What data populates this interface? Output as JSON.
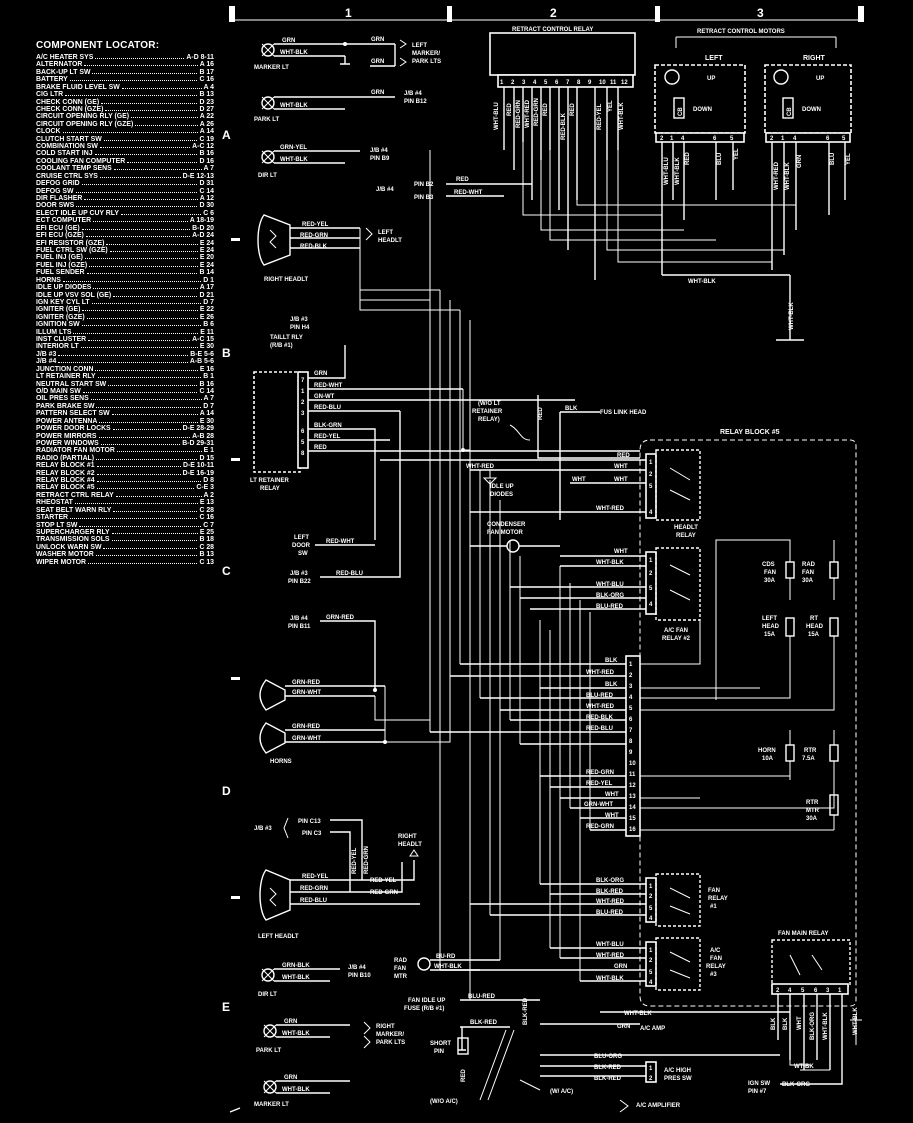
{
  "columns": [
    "1",
    "2",
    "3"
  ],
  "rows": [
    "A",
    "B",
    "C",
    "D",
    "E"
  ],
  "locator": {
    "title": "COMPONENT LOCATOR:",
    "items": [
      [
        "A/C HEATER SYS",
        "A-D 8-11"
      ],
      [
        "ALTERNATOR",
        "A 16"
      ],
      [
        "BACK-UP LT SW",
        "B 17"
      ],
      [
        "BATTERY",
        "C 16"
      ],
      [
        "BRAKE FLUID LEVEL SW",
        "A 4"
      ],
      [
        "CIG LTR",
        "B 13"
      ],
      [
        "CHECK CONN (GE)",
        "D 23"
      ],
      [
        "CHECK CONN (GZE)",
        "D 27"
      ],
      [
        "CIRCUIT OPENING RLY (GE)",
        "A 22"
      ],
      [
        "CIRCUIT OPENING RLY (GZE)",
        "A 26"
      ],
      [
        "CLOCK",
        "A 14"
      ],
      [
        "CLUTCH START SW",
        "C 19"
      ],
      [
        "COMBINATION SW",
        "A-C 12"
      ],
      [
        "COLD START INJ",
        "B 16"
      ],
      [
        "COOLING FAN COMPUTER",
        "D 16"
      ],
      [
        "COOLANT TEMP SENS",
        "A 7"
      ],
      [
        "CRUISE CTRL SYS",
        "D-E 12-13"
      ],
      [
        "DEFOG GRID",
        "D 31"
      ],
      [
        "DEFOG SW",
        "C 14"
      ],
      [
        "DIR FLASHER",
        "A 12"
      ],
      [
        "DOOR SWS",
        "D 30"
      ],
      [
        "ELECT IDLE UP CUY RLY",
        "C 6"
      ],
      [
        "ECT COMPUTER",
        "A 18-19"
      ],
      [
        "EFI ECU (GE)",
        "B-D 20"
      ],
      [
        "EFI ECU (GZE)",
        "A-D 24"
      ],
      [
        "EFI RESISTOR (GZE)",
        "E 24"
      ],
      [
        "FUEL CTRL SW (GZE)",
        "E 24"
      ],
      [
        "FUEL INJ (GE)",
        "E 20"
      ],
      [
        "FUEL INJ (GZE)",
        "E 24"
      ],
      [
        "FUEL SENDER",
        "B 14"
      ],
      [
        "HORNS",
        "D 1"
      ],
      [
        "IDLE UP DIODES",
        "A 17"
      ],
      [
        "IDLE UP VSV SOL (GE)",
        "D 21"
      ],
      [
        "IGN KEY CYL LT",
        "D 7"
      ],
      [
        "IGNITER (GE)",
        "E 22"
      ],
      [
        "IGNITER (GZE)",
        "E 26"
      ],
      [
        "IGNITION SW",
        "B 6"
      ],
      [
        "ILLUM LTS",
        "E 11"
      ],
      [
        "INST CLUSTER",
        "A-C 15"
      ],
      [
        "INTERIOR LT",
        "E 30"
      ],
      [
        "J/B #3",
        "B-E 5-6"
      ],
      [
        "J/B #4",
        "A-B 5-6"
      ],
      [
        "JUNCTION CONN",
        "E 16"
      ],
      [
        "LT RETAINER RLY",
        "B 1"
      ],
      [
        "NEUTRAL START SW",
        "B 16"
      ],
      [
        "O/D MAIN SW",
        "C 14"
      ],
      [
        "OIL PRES SENS",
        "A 7"
      ],
      [
        "PARK BRAKE SW",
        "D 7"
      ],
      [
        "PATTERN SELECT SW",
        "A 14"
      ],
      [
        "POWER ANTENNA",
        "E 30"
      ],
      [
        "POWER DOOR LOCKS",
        "D-E 28-29"
      ],
      [
        "POWER MIRRORS",
        "A-B 28"
      ],
      [
        "POWER WINDOWS",
        "B-D 29-31"
      ],
      [
        "RADIATOR FAN MOTOR",
        "E 1"
      ],
      [
        "RADIO (PARTIAL)",
        "D 15"
      ],
      [
        "RELAY BLOCK #1",
        "D-E 10-11"
      ],
      [
        "RELAY BLOCK #2",
        "D-E 16-19"
      ],
      [
        "RELAY BLOCK #4",
        "D 8"
      ],
      [
        "RELAY BLOCK #5",
        "C-E 3"
      ],
      [
        "RETRACT CTRL RELAY",
        "A 2"
      ],
      [
        "RHEOSTAT",
        "E 13"
      ],
      [
        "SEAT BELT WARN RLY",
        "C 28"
      ],
      [
        "STARTER",
        "C 16"
      ],
      [
        "STOP LT SW",
        "C 7"
      ],
      [
        "SUPERCHARGER RLY",
        "E 25"
      ],
      [
        "TRANSMISSION SOLS",
        "B 18"
      ],
      [
        "UNLOCK WARN SW",
        "C 28"
      ],
      [
        "WASHER MOTOR",
        "B 13"
      ],
      [
        "WIPER MOTOR",
        "C 13"
      ]
    ]
  },
  "labels": {
    "retract_relay": "RETRACT CONTROL RELAY",
    "retract_motors": "RETRACT CONTROL MOTORS",
    "left": "LEFT",
    "right": "RIGHT",
    "up": "UP",
    "down": "DOWN",
    "cb": "CB",
    "marker_lt": "MARKER LT",
    "park_lt": "PARK LT",
    "dir_lt": "DIR LT",
    "left_marker_park": [
      "LEFT",
      "MARKER/",
      "PARK LTS"
    ],
    "jb4_pin_b12": [
      "J/B #4",
      "PIN B12"
    ],
    "jb4_pin_b9": [
      "J/B #4",
      "PIN B9"
    ],
    "jb4_b2": "J/B #4",
    "pin_b2": "PIN B2",
    "pin_b3": "PIN B3",
    "left_headlt_top": [
      "LEFT",
      "HEADLT"
    ],
    "right_headlt": "RIGHT HEADLT",
    "jb3_pin_h4": [
      "J/B #3",
      "PIN H4"
    ],
    "taillt_rly": [
      "TAILLT RLY",
      "(R/B #1)"
    ],
    "lt_retainer_relay": [
      "LT RETAINER",
      "RELAY"
    ],
    "wo_lt_retainer": [
      "(W/O LT",
      "RETAINER",
      "RELAY)"
    ],
    "fus_link_head": "FUS LINK HEAD",
    "relay_block_5": "RELAY BLOCK #5",
    "idle_up_diodes": [
      "IDLE UP",
      "DIODES"
    ],
    "headlt_relay": [
      "HEADLT",
      "RELAY"
    ],
    "condenser_fan": [
      "CONDENSER",
      "FAN MOTOR"
    ],
    "left_door_sw": [
      "LEFT",
      "DOOR",
      "SW"
    ],
    "jb3_pin_b22": [
      "J/B #3",
      "PIN B22"
    ],
    "ac_fan_relay2": [
      "A/C FAN",
      "RELAY #2"
    ],
    "cds_fan": [
      "CDS",
      "FAN",
      "30A"
    ],
    "rad_fan": [
      "RAD",
      "FAN",
      "30A"
    ],
    "left_head_fuse": [
      "LEFT",
      "HEAD",
      "15A"
    ],
    "rt_head_fuse": [
      "RT",
      "HEAD",
      "15A"
    ],
    "jb4_pin_b11": [
      "J/B #4",
      "PIN B11"
    ],
    "horns": "HORNS",
    "horn_fuse": [
      "HORN",
      "10A"
    ],
    "rtr_fuse": [
      "RTR",
      "7.5A"
    ],
    "rtr_mtr": [
      "RTR",
      "MTR",
      "30A"
    ],
    "jb3": "J/B #3",
    "pin_c13": "PIN C13",
    "pin_c3": "PIN C3",
    "right_headlt_lower": [
      "RIGHT",
      "HEADLT"
    ],
    "left_headlt_lower": "LEFT HEADLT",
    "fan_relay1": [
      "FAN",
      "RELAY",
      "#1"
    ],
    "ac_fan_relay3": [
      "A/C",
      "FAN",
      "RELAY",
      "#3"
    ],
    "fan_main_relay": "FAN MAIN RELAY",
    "rad_fan_mtr": [
      "RAD",
      "FAN",
      "MTR"
    ],
    "jb4_pin_b10": [
      "J/B #4",
      "PIN B10"
    ],
    "fan_idle_up": [
      "FAN IDLE UP",
      "FUSE (R/B #1)"
    ],
    "ac_amp": "A/C AMP",
    "short_pin": [
      "SHORT",
      "PIN"
    ],
    "right_marker_park": [
      "RIGHT",
      "MARKER/",
      "PARK LTS"
    ],
    "ac_high_pres": [
      "A/C HIGH",
      "PRES SW"
    ],
    "wo_ac": "(W/O A/C)",
    "w_ac": "(W/ A/C)",
    "ac_amplifier": "A/C AMPLIFIER",
    "ign_sw": [
      "IGN SW",
      "PIN #7"
    ]
  },
  "wires": {
    "grn": "GRN",
    "wht_blk": "WHT-BLK",
    "grn_yel": "GRN-YEL",
    "red_wht": "RED-WHT",
    "red_yel": "RED-YEL",
    "red_grn": "RED-GRN",
    "red_blk": "RED-BLK",
    "red_blu": "RED-BLU",
    "gn_wt": "GN-WT",
    "blk_grn": "BLK-GRN",
    "red": "RED",
    "blk": "BLK",
    "wht": "WHT",
    "wht_red": "WHT-RED",
    "wht_blu": "WHT-BLU",
    "blk_org": "BLK-ORG",
    "blk_red": "BLK-RED",
    "blu_red": "BLU-RED",
    "blu": "BLU",
    "grn_red": "GRN-RED",
    "grn_wht": "GRN-WHT",
    "grn_blk": "GRN-BLK",
    "bu_rd": "BU-RD",
    "blu_org": "BLU-ORG",
    "wt_bk": "WT-BK",
    "yel": "YEL",
    "red_yel_v": "RED-YEL",
    "red_grn_v": "RED-GRN"
  },
  "relay_pins": [
    "1",
    "2",
    "3",
    "4",
    "5",
    "6",
    "7",
    "8",
    "9",
    "10",
    "11",
    "12"
  ],
  "rb5_pins": [
    "1",
    "2",
    "3",
    "4",
    "5",
    "6",
    "7",
    "8",
    "9",
    "10",
    "11",
    "12",
    "13",
    "14",
    "15",
    "16"
  ]
}
